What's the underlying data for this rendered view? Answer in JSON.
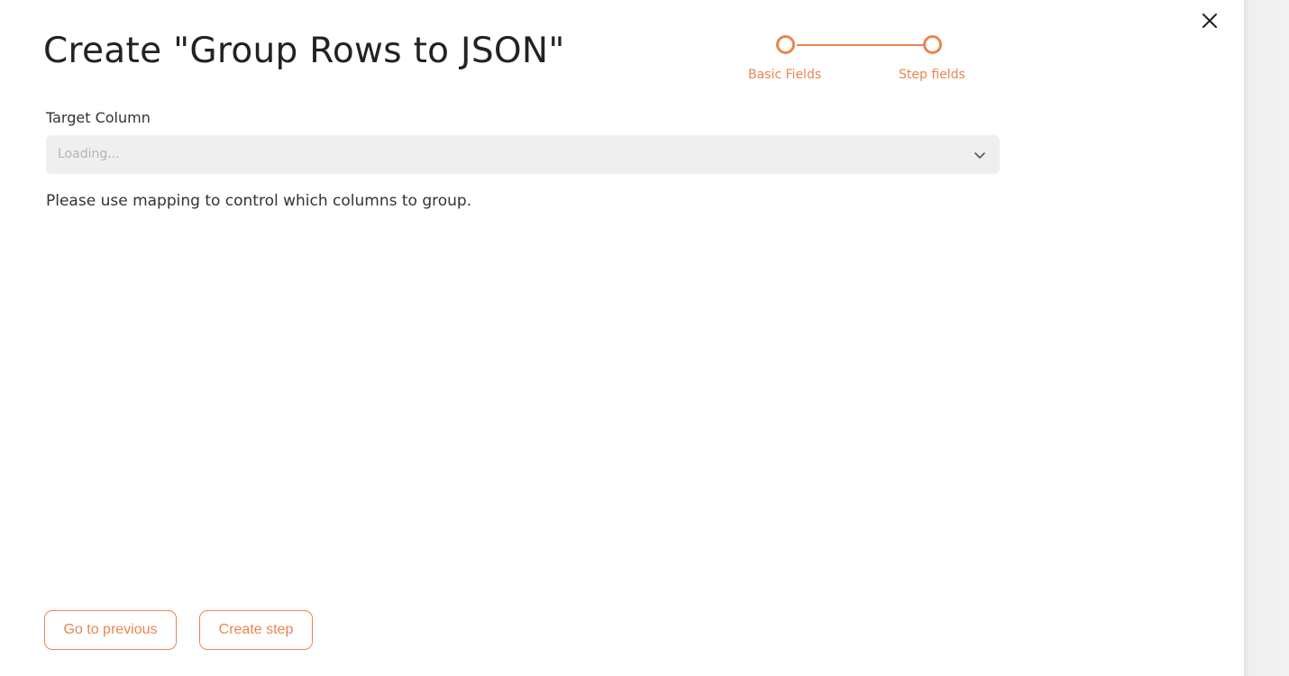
{
  "modal": {
    "title": "Create \"Group Rows to JSON\"",
    "close_icon": "close-icon"
  },
  "stepper": {
    "accent_color": "#ea8550",
    "steps": [
      {
        "label": "Basic Fields"
      },
      {
        "label": "Step fields"
      }
    ]
  },
  "form": {
    "target_column": {
      "label": "Target Column",
      "placeholder": "Loading...",
      "icon": "chevron-down-icon"
    },
    "help_text": "Please use mapping to control which columns to group."
  },
  "actions": {
    "previous_label": "Go to previous",
    "create_label": "Create step"
  }
}
